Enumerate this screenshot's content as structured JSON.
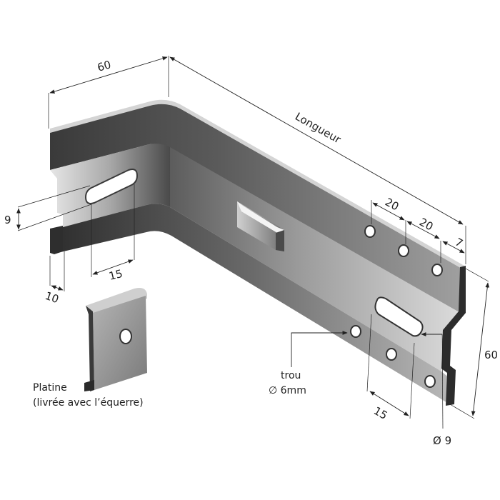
{
  "diagram": {
    "subject": "L-shaped wall mounting bracket (équerre) with separate plate (platine)",
    "colors": {
      "background": "#ffffff",
      "metal_light": "#d8d8d8",
      "metal_mid": "#9a9a9a",
      "metal_dark": "#3c3c3c",
      "edge_dark": "#2a2a2a",
      "dimension_lines": "#222222"
    },
    "dimensions": {
      "top_width": "60",
      "length": "Longueur",
      "slot_height_left": "9",
      "slot_length_left": "15",
      "flange_depth": "10",
      "hole_spacing_1": "20",
      "hole_spacing_2": "20",
      "hole_edge_offset": "7",
      "right_height": "60",
      "slot_length_right": "15",
      "slot_width_right": "Ø 9"
    },
    "callouts": {
      "hole": {
        "line1": "trou",
        "line2": "∅ 6mm"
      },
      "plate": {
        "line1": "Platine",
        "line2": "(livrée avec l’équerre)"
      }
    }
  }
}
